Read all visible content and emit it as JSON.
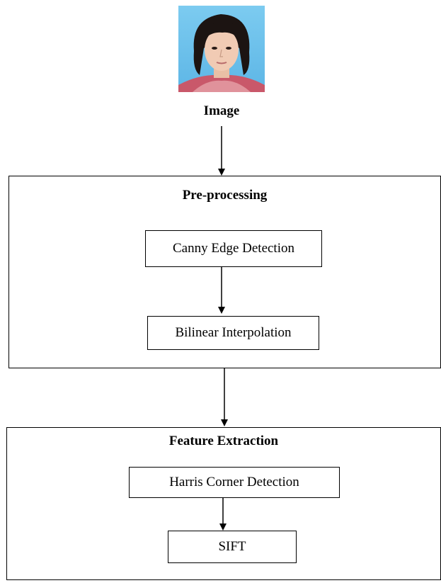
{
  "input": {
    "caption": "Image"
  },
  "preprocessing": {
    "title": "Pre-processing",
    "steps": [
      "Canny Edge Detection",
      "Bilinear Interpolation"
    ]
  },
  "feature_extraction": {
    "title": "Feature Extraction",
    "steps": [
      "Harris Corner Detection",
      "SIFT"
    ]
  },
  "colors": {
    "stroke": "#000000",
    "background": "#ffffff",
    "photo_backdrop": "#6ec3ec"
  }
}
